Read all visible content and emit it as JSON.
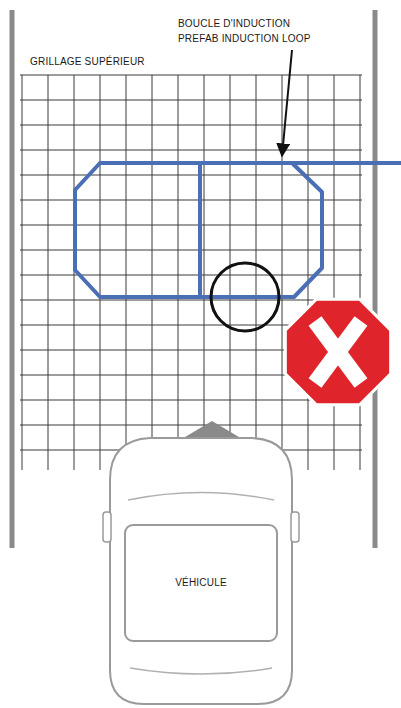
{
  "diagram": {
    "nodes": [
      {
        "text": [
          "VÉHICULE"
        ]
      }
    ],
    "labels": [
      "BOUCLE D'INDUCTION",
      "PREFAB INDUCTION LOOP",
      "GRILLAGE SUPÉRIEUR"
    ]
  }
}
